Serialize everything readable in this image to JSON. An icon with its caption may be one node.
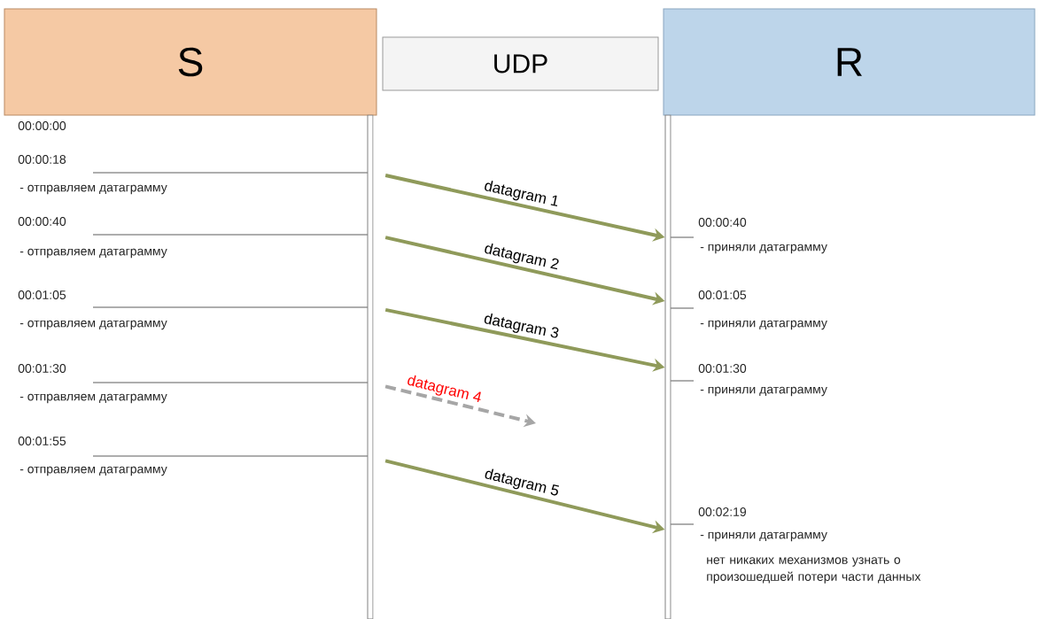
{
  "diagram": {
    "nodes": [
      {
        "text": [
          "S"
        ]
      },
      {
        "text": [
          "UDP"
        ]
      },
      {
        "text": [
          "R"
        ]
      },
      {
        "text": [],
        "shape": "bar"
      },
      {
        "text": [],
        "shape": "bar"
      }
    ],
    "edges": [
      {
        "from": 3,
        "to": 4,
        "arrow": "to",
        "label": "datagram 1"
      },
      {
        "from": 3,
        "to": 4,
        "arrow": "to",
        "label": "datagram 2"
      },
      {
        "from": 3,
        "to": 4,
        "arrow": "to",
        "label": "datagram 3"
      },
      {
        "from": 3,
        "to": null,
        "arrow": "to",
        "label": "datagram 4",
        "style": "dashed",
        "color": "#a6a6a6"
      },
      {
        "from": 3,
        "to": 4,
        "arrow": "to",
        "label": "datagram 5"
      }
    ],
    "labels": [
      "00:00:00",
      "00:00:18",
      "- отправляем датаграмму",
      "00:00:40",
      "- отправляем датаграмму",
      "00:01:05",
      "- отправляем датаграмму",
      "00:01:30",
      "- отправляем датаграмму",
      "00:01:55",
      "- отправляем датаграмму",
      "00:00:40",
      "- приняли датаграмму",
      "00:01:05",
      "- приняли датаграмму",
      "00:01:30",
      "- приняли датаграмму",
      "00:02:19",
      "- приняли датаграмму",
      "нет никаких механизмов узнать о произошедшей потери части данных"
    ]
  }
}
